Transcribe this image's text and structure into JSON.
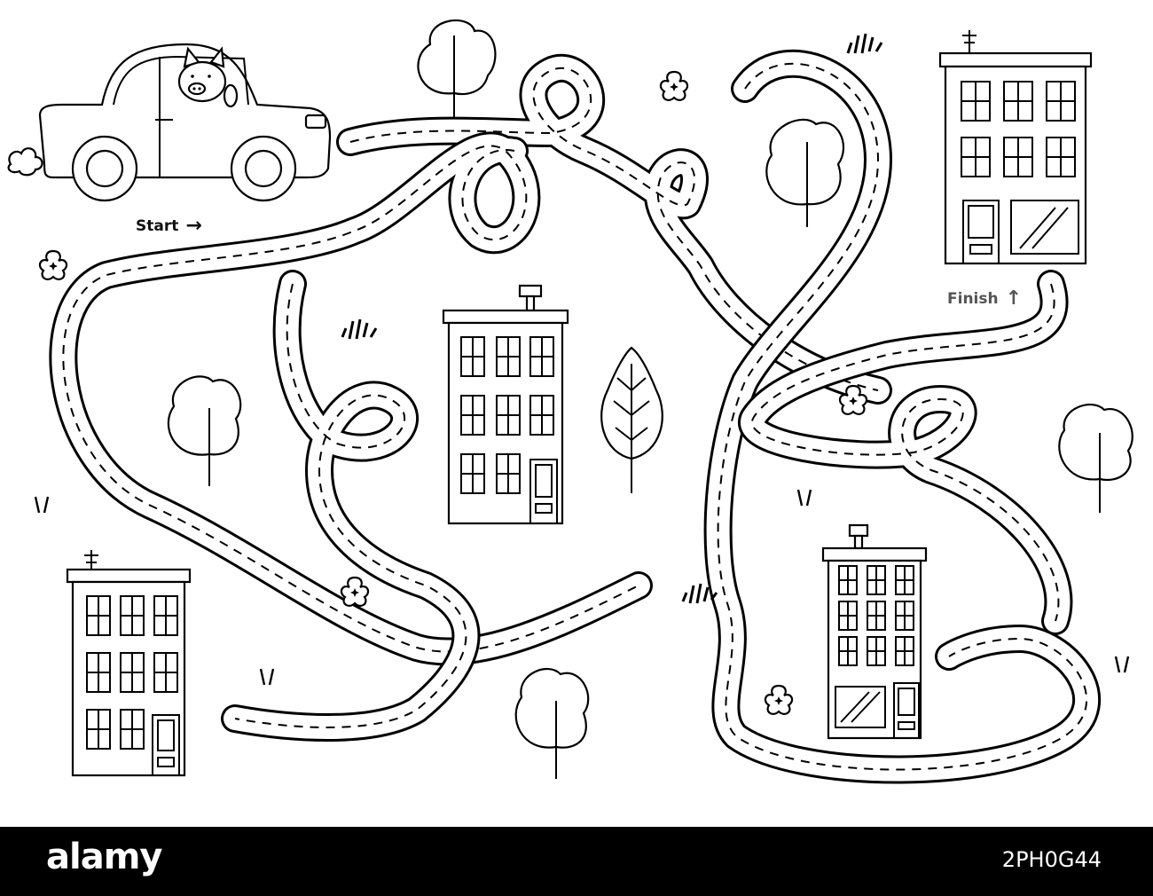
{
  "labels": {
    "start": "Start",
    "finish": "Finish"
  },
  "icons": {
    "start_arrow": "right-arrow-icon",
    "finish_arrow": "up-arrow-icon"
  },
  "footer": {
    "brand": "alamy",
    "image_code": "2PH0G44"
  },
  "colors": {
    "ink": "#000000",
    "paper": "#ffffff",
    "footer_bg": "#000000"
  }
}
